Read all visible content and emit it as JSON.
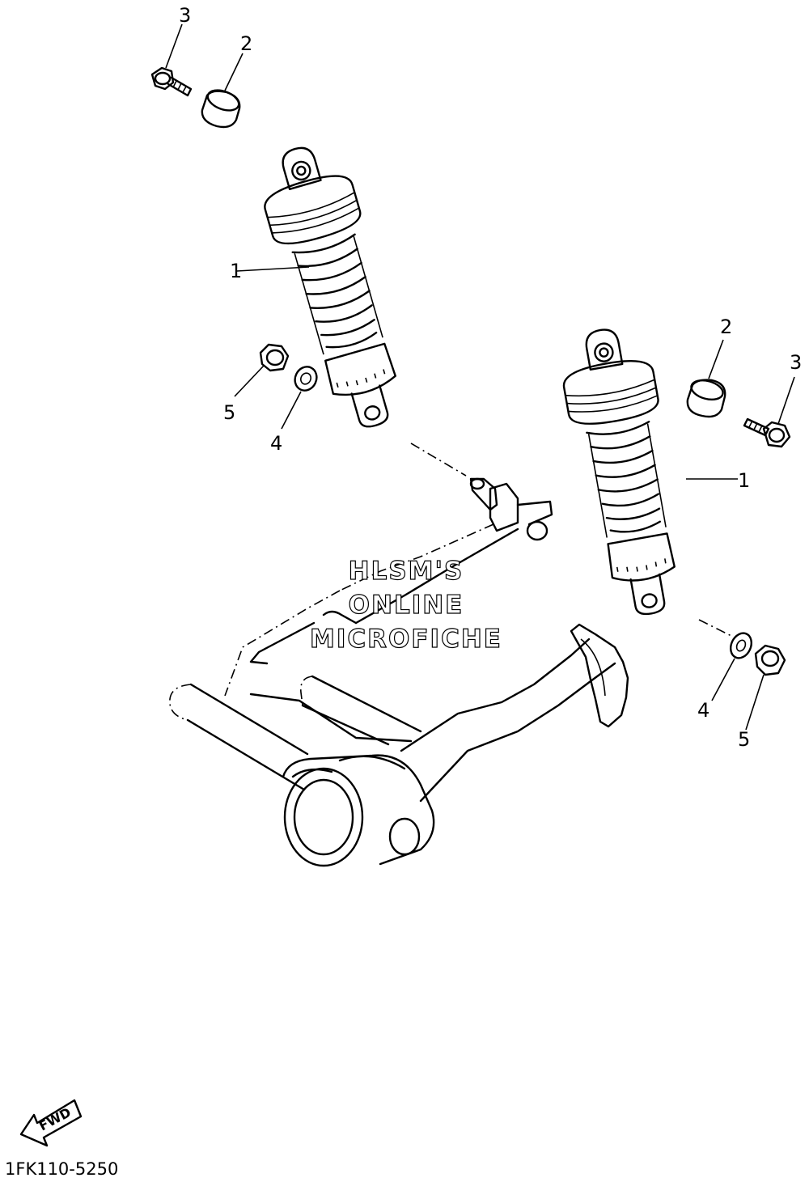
{
  "callouts": {
    "upper_left": {
      "bolt": "3",
      "collar": "2"
    },
    "left_shock": {
      "shock": "1",
      "nut": "5",
      "washer": "4"
    },
    "right_shock": {
      "collar": "2",
      "bolt": "3",
      "shock": "1",
      "washer": "4",
      "nut": "5"
    }
  },
  "watermark": {
    "line1": "HLSM'S",
    "line2": "ONLINE",
    "line3": "MICROFICHE"
  },
  "direction": {
    "label": "FWD"
  },
  "figure_code": "1FK110-5250"
}
